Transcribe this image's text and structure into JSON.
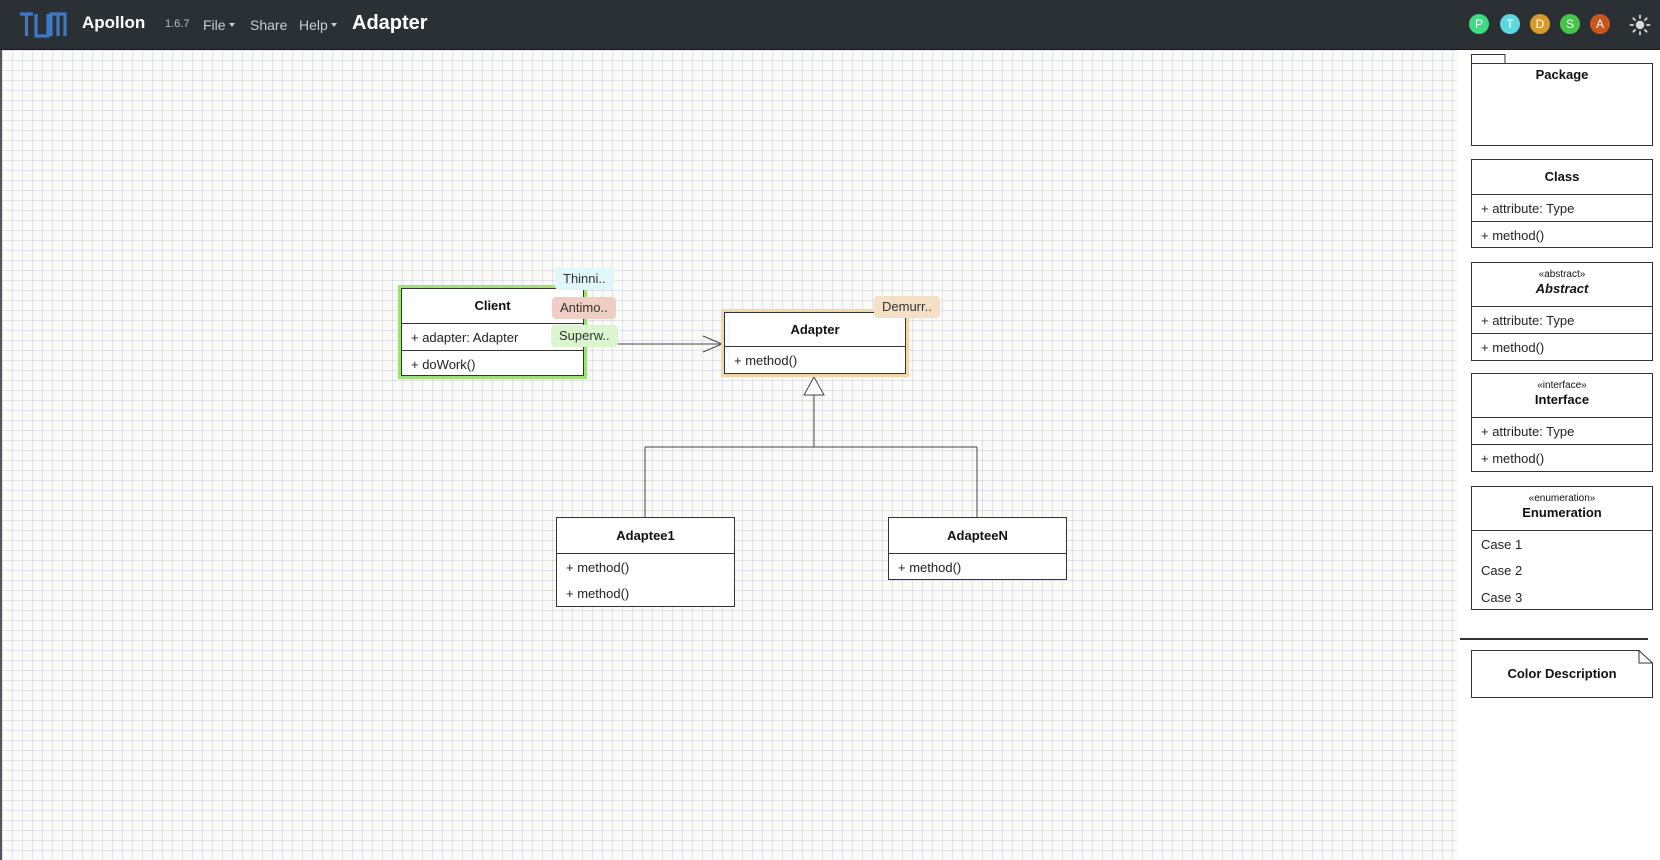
{
  "app": {
    "name": "Apollon",
    "version": "1.6.7",
    "menu": {
      "file": "File",
      "share": "Share",
      "help": "Help"
    },
    "diagram_title": "Adapter",
    "collaborators": [
      {
        "initial": "P",
        "color": "#3ddc84"
      },
      {
        "initial": "T",
        "color": "#5ed7e0"
      },
      {
        "initial": "D",
        "color": "#d69a2d"
      },
      {
        "initial": "S",
        "color": "#47c44a"
      },
      {
        "initial": "A",
        "color": "#c8541e"
      }
    ]
  },
  "diagram": {
    "client": {
      "name": "Client",
      "attributes": [
        "+ adapter: Adapter"
      ],
      "methods": [
        "+ doWork()"
      ]
    },
    "adapter": {
      "name": "Adapter",
      "methods": [
        "+ method()"
      ]
    },
    "adaptee1": {
      "name": "Adaptee1",
      "methods": [
        "+ method()",
        "+ method()"
      ]
    },
    "adapteeN": {
      "name": "AdapteeN",
      "methods": [
        "+ method()"
      ]
    },
    "presence_labels": [
      {
        "text": "Thinni..",
        "color": "#dff6fb"
      },
      {
        "text": "Antimo..",
        "color": "#efcfc4"
      },
      {
        "text": "Superw..",
        "color": "#d9f6cf"
      },
      {
        "text": "Demurr..",
        "color": "#f4e0c5"
      }
    ],
    "highlight_colors": {
      "client": "#9ee07a",
      "adapter": "#f4d6a8"
    }
  },
  "palette": {
    "package": {
      "name": "Package"
    },
    "class": {
      "name": "Class",
      "attribute": "+ attribute: Type",
      "method": "+ method()"
    },
    "abstract": {
      "stereotype": "«abstract»",
      "name": "Abstract",
      "attribute": "+ attribute: Type",
      "method": "+ method()"
    },
    "interface": {
      "stereotype": "«interface»",
      "name": "Interface",
      "attribute": "+ attribute: Type",
      "method": "+ method()"
    },
    "enumeration": {
      "stereotype": "«enumeration»",
      "name": "Enumeration",
      "cases": [
        "Case 1",
        "Case 2",
        "Case 3"
      ]
    },
    "color_description": {
      "name": "Color Description"
    }
  }
}
